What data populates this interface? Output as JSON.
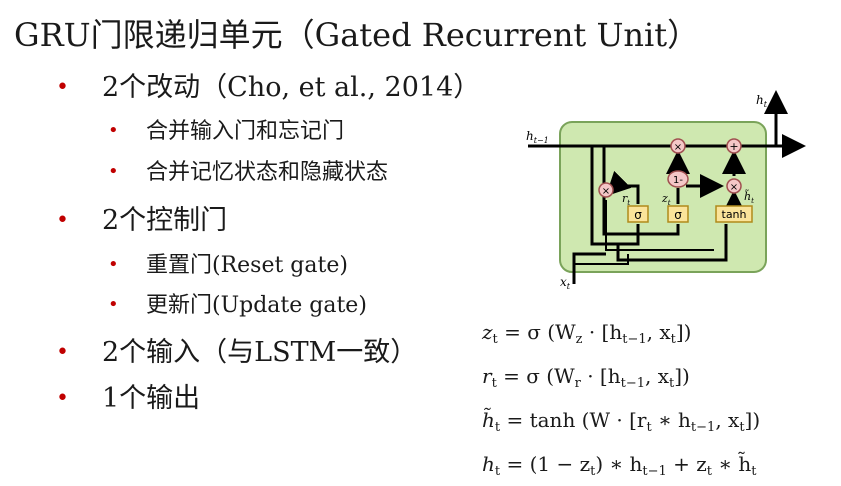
{
  "slide": {
    "title": "GRU门限递归单元（Gated Recurrent Unit）"
  },
  "bullets": [
    {
      "text": "2个改动（Cho, et al., 2014）"
    },
    {
      "text": "合并输入门和忘记门"
    },
    {
      "text": "合并记忆状态和隐藏状态"
    },
    {
      "text": "2个控制门"
    },
    {
      "text": "重置门(Reset gate)"
    },
    {
      "text": "更新门(Update gate)"
    },
    {
      "text": "2个输入（与LSTM一致）"
    },
    {
      "text": "1个输出"
    }
  ],
  "bullet_symbol": "•",
  "diagram": {
    "labels": {
      "h_prev": "h",
      "h_prev_sub": "t−1",
      "h_out": "h",
      "h_out_sub": "t",
      "x_in": "x",
      "x_in_sub": "t",
      "r": "r",
      "r_sub": "t",
      "z": "z",
      "z_sub": "t",
      "h_tilde": "h̃",
      "h_tilde_sub": "t"
    },
    "ops": {
      "mult": "×",
      "plus": "+",
      "one_minus": "1-"
    },
    "gates": {
      "sigma1": "σ",
      "sigma2": "σ",
      "tanh": "tanh"
    },
    "colors": {
      "cell_fill": "#cfe8b0",
      "cell_stroke": "#7aa35a",
      "gate_fill": "#fbe49a",
      "gate_stroke": "#b08a1a",
      "op_fill": "#f4c7c7",
      "op_stroke": "#a05050"
    }
  },
  "equations": {
    "z_lhs": "z",
    "z_rhs": " = σ (W",
    "z_rhs2": " · [h",
    "z_rhs3": ", x",
    "z_end": "])",
    "r_lhs": "r",
    "r_rhs": " = σ (W",
    "r_rhs2": " · [h",
    "r_rhs3": ", x",
    "r_end": "])",
    "h_tilde_lhs": "h̃",
    "h_tilde_rhs": " = tanh (W · [r",
    "h_tilde_rhs2": " ∗ h",
    "h_tilde_rhs3": ", x",
    "h_tilde_end": "])",
    "h_lhs": "h",
    "h_rhs": " = (1 − z",
    "h_rhs2": ") ∗ h",
    "h_rhs3": " + z",
    "h_rhs4": " ∗ h̃",
    "sub_t": "t",
    "sub_tm1": "t−1",
    "sub_z": "z",
    "sub_r": "r"
  }
}
